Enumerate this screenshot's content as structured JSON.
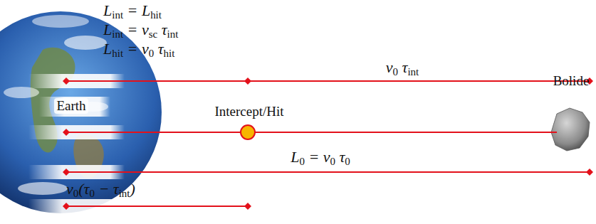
{
  "diagram": {
    "labels": [
      "Lint = Lhit",
      "Lint = vsc τint",
      "Lhit = v0 τhit",
      "v0 τint",
      "Earth",
      "Intercept/Hit",
      "Bolide",
      "L0 = v0 τ0",
      "v0(τ0 − τint)"
    ]
  }
}
